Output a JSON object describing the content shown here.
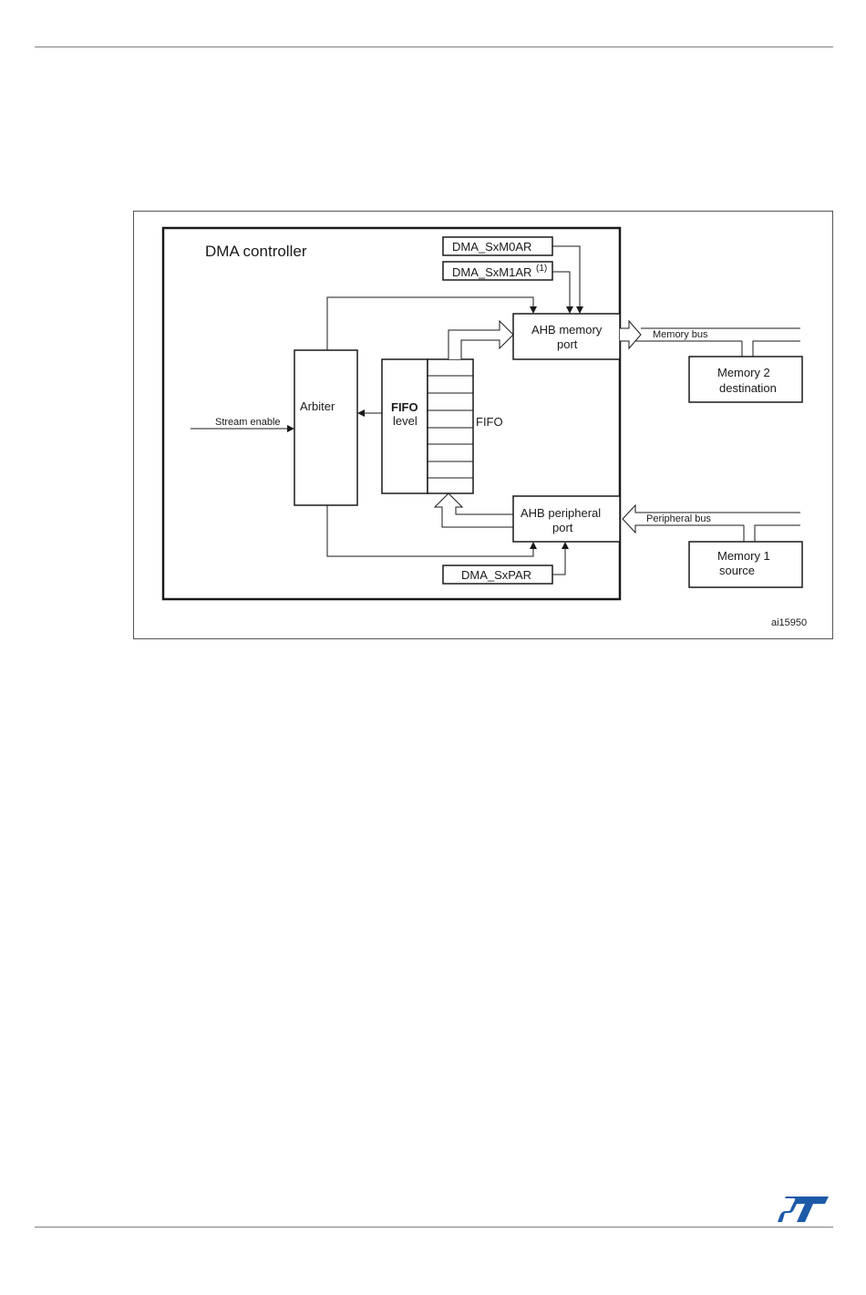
{
  "diagram": {
    "title": "DMA controller",
    "registers": {
      "m0ar": "DMA_SxM0AR",
      "m1ar": "DMA_SxM1AR",
      "m1ar_note": "(1)",
      "par": "DMA_SxPAR"
    },
    "arbiter": "Arbiter",
    "stream_enable": "Stream enable",
    "fifo_level_line1": "FIFO",
    "fifo_level_line2": "level",
    "fifo": "FIFO",
    "ahb_memory_port_line1": "AHB memory",
    "ahb_memory_port_line2": "port",
    "ahb_peripheral_port_line1": "AHB peripheral",
    "ahb_peripheral_port_line2": "port",
    "memory_bus": "Memory bus",
    "peripheral_bus": "Peripheral bus",
    "memory2_line1": "Memory 2",
    "memory2_line2": "destination",
    "memory1_line1": "Memory 1",
    "memory1_line2": "source",
    "figure_id": "ai15950"
  },
  "logo": {
    "name": "st-logo",
    "color": "#1d5aa8"
  }
}
